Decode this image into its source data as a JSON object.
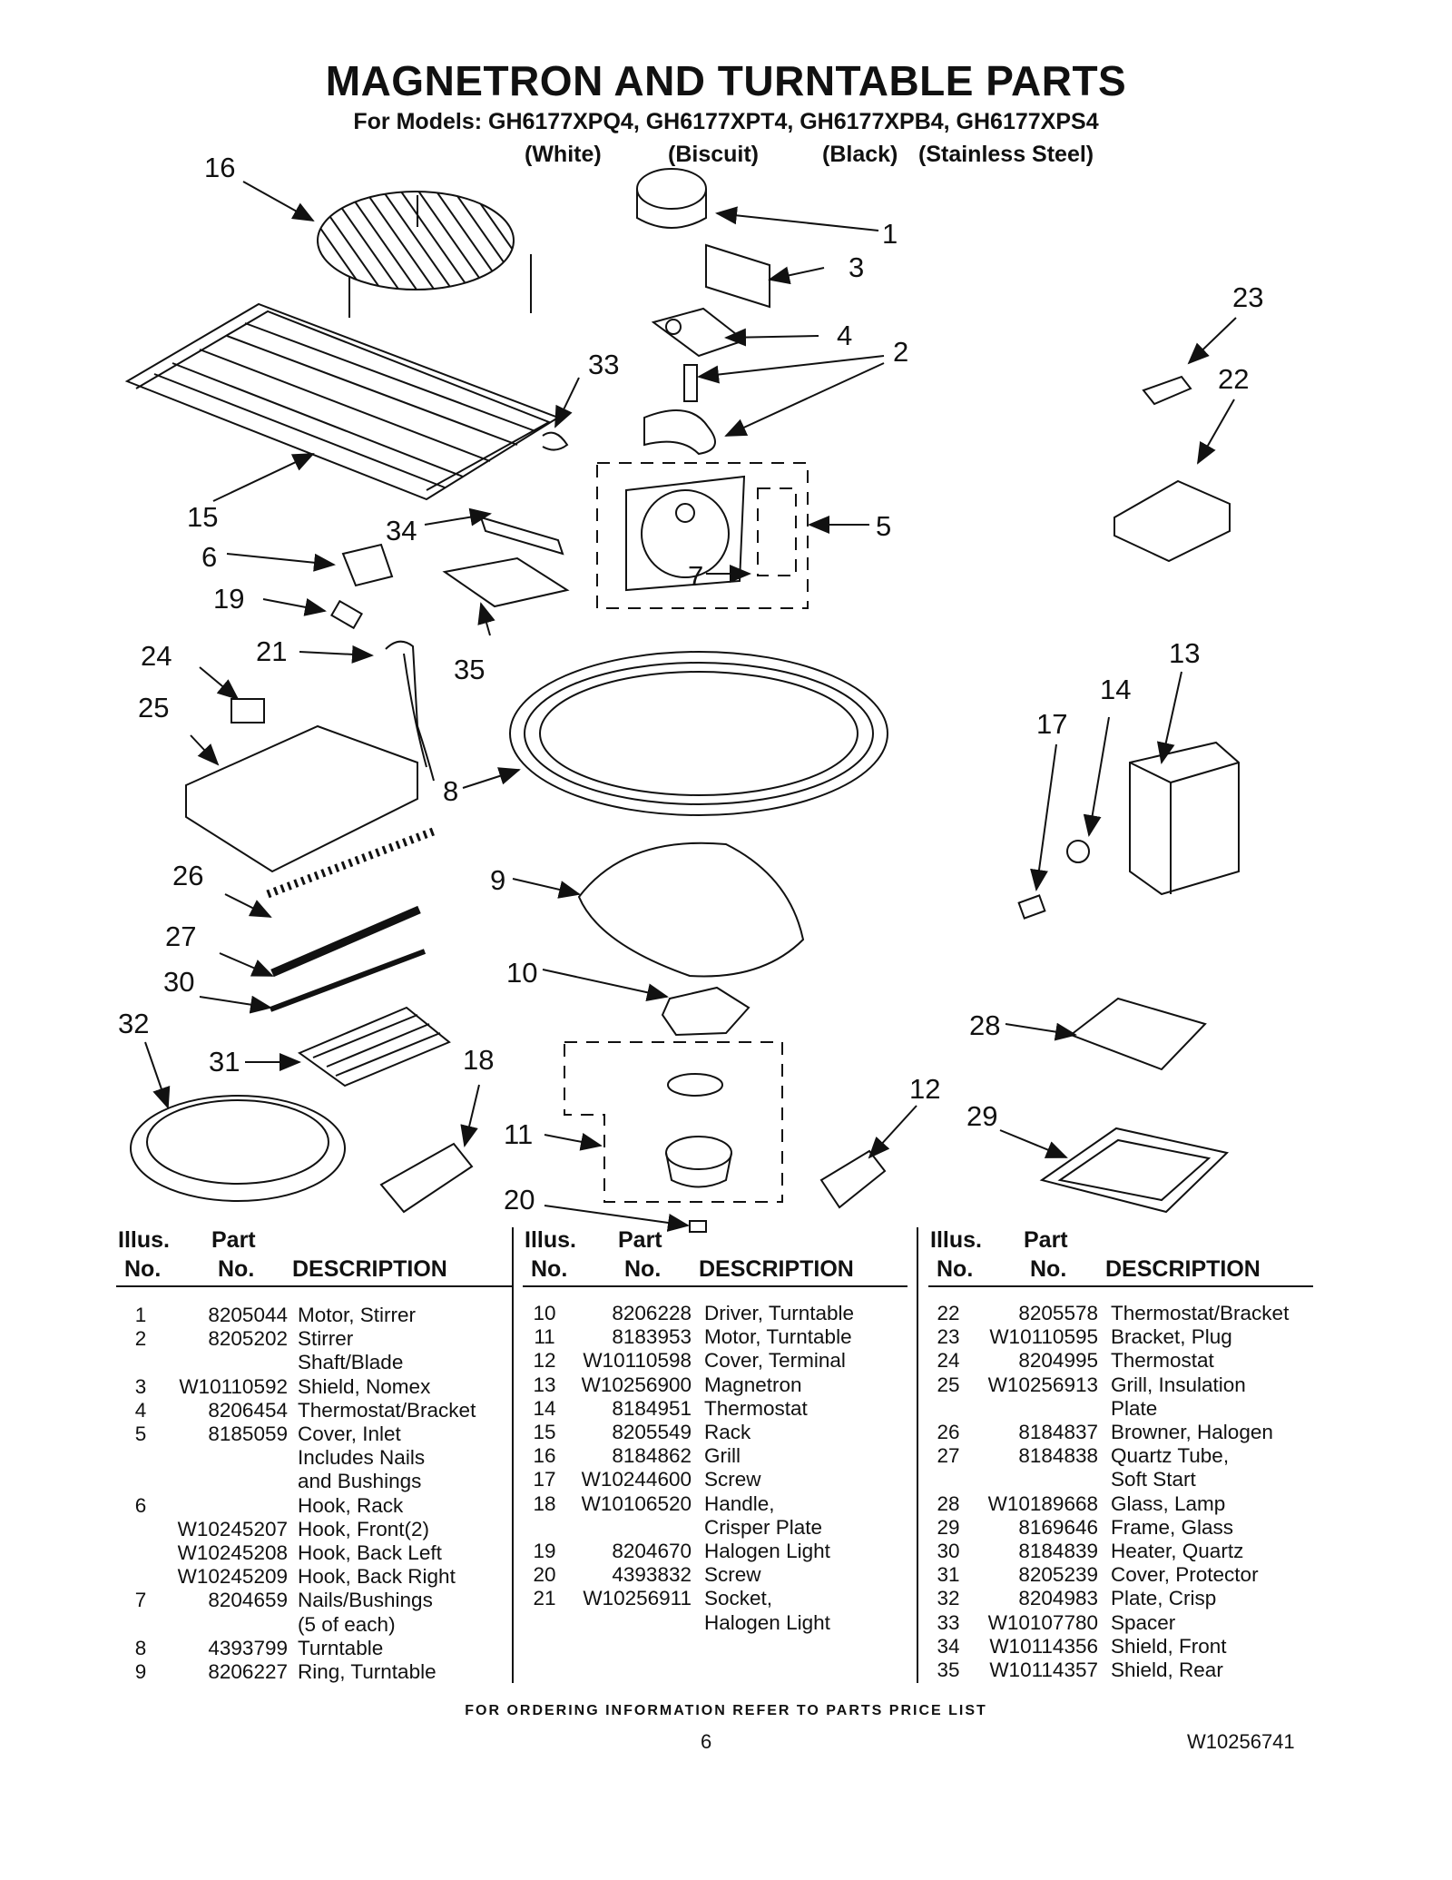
{
  "header": {
    "title": "MAGNETRON AND TURNTABLE PARTS",
    "subtitle": "For Models: GH6177XPQ4, GH6177XPT4, GH6177XPB4, GH6177XPS4",
    "colors": [
      "(White)",
      "(Biscuit)",
      "(Black)",
      "(Stainless Steel)"
    ]
  },
  "callouts": [
    "16",
    "1",
    "3",
    "23",
    "4",
    "2",
    "33",
    "22",
    "15",
    "34",
    "5",
    "6",
    "7",
    "19",
    "24",
    "21",
    "35",
    "13",
    "14",
    "25",
    "17",
    "8",
    "26",
    "9",
    "27",
    "30",
    "10",
    "32",
    "28",
    "18",
    "31",
    "12",
    "29",
    "11",
    "20"
  ],
  "table": {
    "headers": {
      "illus": "Illus.",
      "no": "No.",
      "part": "Part",
      "part_no": "No.",
      "description": "DESCRIPTION"
    },
    "columns": [
      [
        [
          "1",
          "8205044",
          "Motor, Stirrer"
        ],
        [
          "2",
          "8205202",
          "Stirrer"
        ],
        [
          "",
          "",
          "Shaft/Blade"
        ],
        [
          "3",
          "W10110592",
          "Shield, Nomex"
        ],
        [
          "4",
          "8206454",
          "Thermostat/Bracket"
        ],
        [
          "5",
          "8185059",
          "Cover, Inlet"
        ],
        [
          "",
          "",
          "Includes Nails"
        ],
        [
          "",
          "",
          "and Bushings"
        ],
        [
          "6",
          "",
          "Hook, Rack"
        ],
        [
          "",
          "W10245207",
          "Hook, Front(2)"
        ],
        [
          "",
          "W10245208",
          "Hook, Back Left"
        ],
        [
          "",
          "W10245209",
          "Hook, Back Right"
        ],
        [
          "7",
          "8204659",
          "Nails/Bushings"
        ],
        [
          "",
          "",
          "(5 of each)"
        ],
        [
          "8",
          "4393799",
          "Turntable"
        ],
        [
          "9",
          "8206227",
          "Ring, Turntable"
        ]
      ],
      [
        [
          "10",
          "8206228",
          "Driver, Turntable"
        ],
        [
          "11",
          "8183953",
          "Motor, Turntable"
        ],
        [
          "12",
          "W10110598",
          "Cover, Terminal"
        ],
        [
          "13",
          "W10256900",
          "Magnetron"
        ],
        [
          "14",
          "8184951",
          "Thermostat"
        ],
        [
          "15",
          "8205549",
          "Rack"
        ],
        [
          "16",
          "8184862",
          "Grill"
        ],
        [
          "17",
          "W10244600",
          "Screw"
        ],
        [
          "18",
          "W10106520",
          "Handle,"
        ],
        [
          "",
          "",
          "Crisper Plate"
        ],
        [
          "19",
          "8204670",
          "Halogen Light"
        ],
        [
          "20",
          "4393832",
          "Screw"
        ],
        [
          "21",
          "W10256911",
          "Socket,"
        ],
        [
          "",
          "",
          "Halogen Light"
        ]
      ],
      [
        [
          "22",
          "8205578",
          "Thermostat/Bracket"
        ],
        [
          "23",
          "W10110595",
          "Bracket, Plug"
        ],
        [
          "24",
          "8204995",
          "Thermostat"
        ],
        [
          "25",
          "W10256913",
          "Grill, Insulation"
        ],
        [
          "",
          "",
          "Plate"
        ],
        [
          "26",
          "8184837",
          "Browner, Halogen"
        ],
        [
          "27",
          "8184838",
          "Quartz Tube,"
        ],
        [
          "",
          "",
          "Soft Start"
        ],
        [
          "28",
          "W10189668",
          "Glass, Lamp"
        ],
        [
          "29",
          "8169646",
          "Frame, Glass"
        ],
        [
          "30",
          "8184839",
          "Heater, Quartz"
        ],
        [
          "31",
          "8205239",
          "Cover, Protector"
        ],
        [
          "32",
          "8204983",
          "Plate, Crisp"
        ],
        [
          "33",
          "W10107780",
          "Spacer"
        ],
        [
          "34",
          "W10114356",
          "Shield, Front"
        ],
        [
          "35",
          "W10114357",
          "Shield, Rear"
        ]
      ]
    ]
  },
  "footer": {
    "ordering_note": "FOR ORDERING INFORMATION REFER TO PARTS PRICE LIST",
    "page_number": "6",
    "document_number": "W10256741"
  }
}
